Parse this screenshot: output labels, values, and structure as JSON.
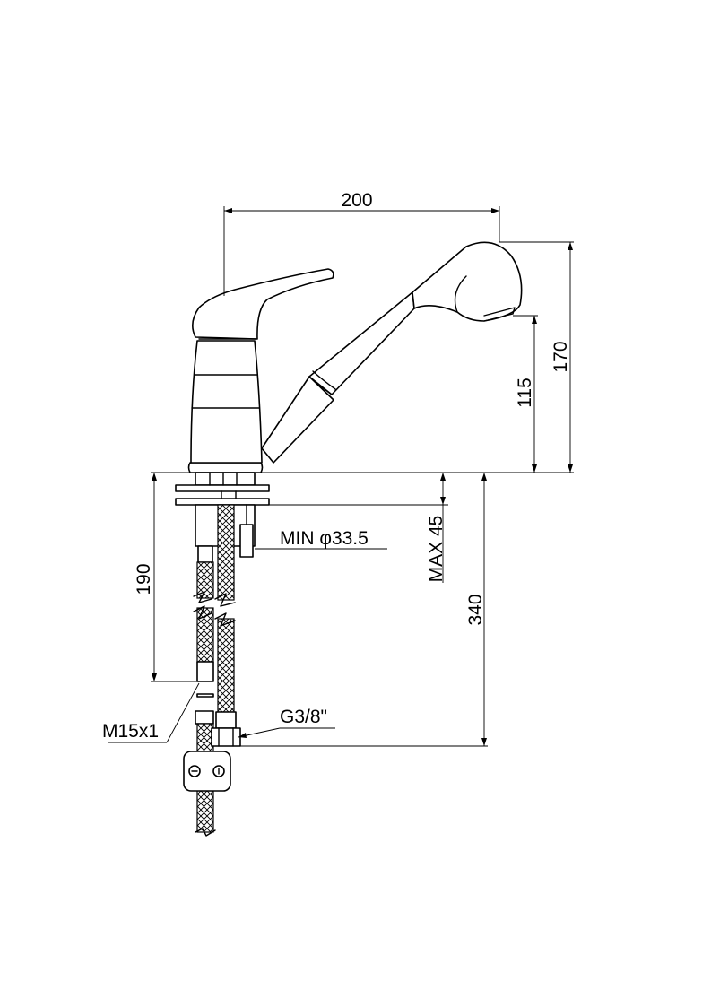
{
  "dimensions": {
    "width": "200",
    "height_total": "170",
    "height_spout": "115",
    "hose_length": "190",
    "max_thickness": "MAX 45",
    "hole_diameter": "MIN φ33.5",
    "total_length": "340"
  },
  "threads": {
    "outlet": "M15x1",
    "inlet": "G3/8\""
  },
  "colors": {
    "line": "#000000",
    "background": "#ffffff"
  }
}
